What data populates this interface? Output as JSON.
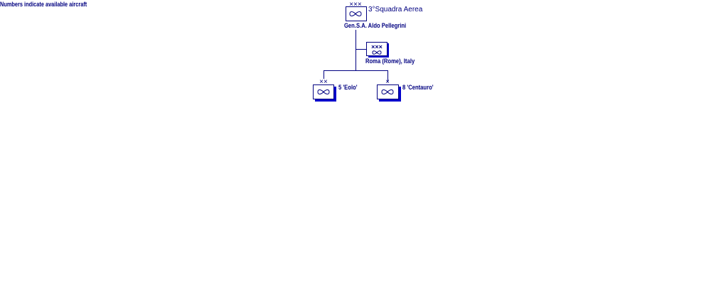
{
  "note": "Numbers indicate available aircraft",
  "colors": {
    "line": "#000080",
    "shadow": "#0000cc",
    "fill": "#ffffff"
  },
  "icons": {
    "unit_symbol": "wing-icon"
  },
  "hq": {
    "echelon": "×××",
    "name": "3°Squadra Aerea",
    "commander": "Gen.S.A.  Aldo Pellegrini"
  },
  "base": {
    "echelon": "×××",
    "location": "Roma (Rome), Italy"
  },
  "units": [
    {
      "echelon": "××",
      "label": "5 'Eolo'"
    },
    {
      "echelon": "×",
      "label": "8 'Centauro'"
    }
  ]
}
